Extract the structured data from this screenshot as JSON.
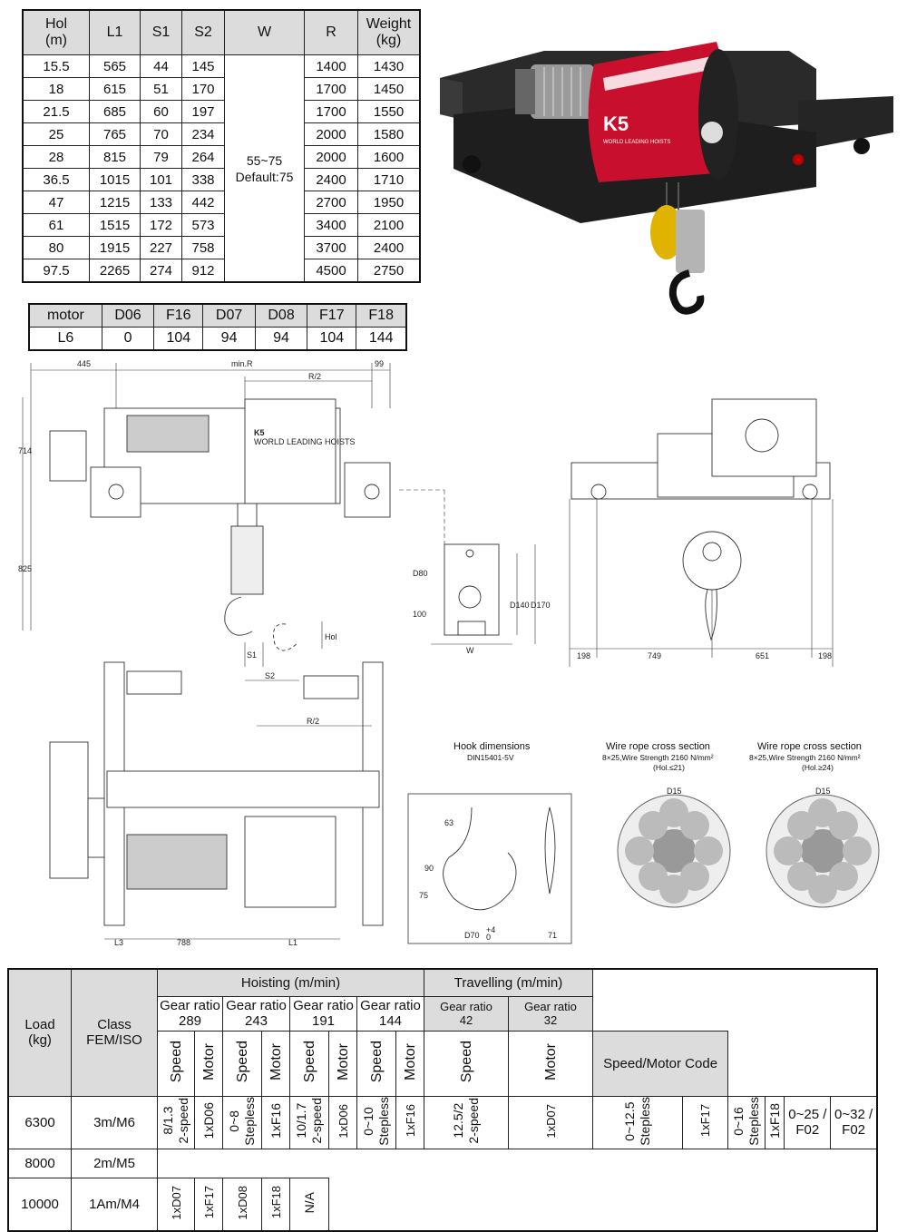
{
  "dimension_table": {
    "headers": [
      "Hol\n(m)",
      "L1",
      "S1",
      "S2",
      "W",
      "R",
      "Weight\n(kg)"
    ],
    "rows": [
      [
        "15.5",
        "565",
        "44",
        "145",
        "1400",
        "1430"
      ],
      [
        "18",
        "615",
        "51",
        "170",
        "1700",
        "1450"
      ],
      [
        "21.5",
        "685",
        "60",
        "197",
        "1700",
        "1550"
      ],
      [
        "25",
        "765",
        "70",
        "234",
        "2000",
        "1580"
      ],
      [
        "28",
        "815",
        "79",
        "264",
        "2000",
        "1600"
      ],
      [
        "36.5",
        "1015",
        "101",
        "338",
        "2400",
        "1710"
      ],
      [
        "47",
        "1215",
        "133",
        "442",
        "2700",
        "1950"
      ],
      [
        "61",
        "1515",
        "172",
        "573",
        "3400",
        "2100"
      ],
      [
        "80",
        "1915",
        "227",
        "758",
        "3700",
        "2400"
      ],
      [
        "97.5",
        "2265",
        "274",
        "912",
        "4500",
        "2750"
      ]
    ],
    "w_value": "55~75\nDefault:75"
  },
  "motor_table": {
    "row1": [
      "motor",
      "D06",
      "F16",
      "D07",
      "D08",
      "F17",
      "F18"
    ],
    "row2": [
      "L6",
      "0",
      "104",
      "94",
      "94",
      "104",
      "144"
    ]
  },
  "photo": {
    "brand": "K5",
    "tagline": "WORLD LEADING HOISTS",
    "accent": "#c8102e"
  },
  "drawing": {
    "brand": "K5",
    "tagline": "WORLD LEADING HOISTS",
    "front": {
      "d445": "445",
      "minR": "min.R",
      "d99": "99",
      "half_r": "R/2",
      "d714": "714",
      "d825": "825",
      "s1": "S1",
      "s2": "S2",
      "hol": "Hol"
    },
    "section": {
      "d80": "D80",
      "d100": "100",
      "d140": "D140",
      "d170": "D170",
      "w": "W"
    },
    "side": {
      "d198a": "198",
      "d749": "749",
      "d651": "651",
      "d198b": "198"
    },
    "plan": {
      "half_r": "R/2",
      "l3": "L3",
      "d788": "788",
      "l1": "L1"
    },
    "hook": {
      "title": "Hook dimensions",
      "sub": "DIN15401-5V",
      "d63": "63",
      "d90": "90",
      "d75": "75",
      "d70": "D70",
      "d71": "71",
      "tol": "+4",
      "tol0": "0"
    },
    "rope1": {
      "title": "Wire rope cross section",
      "sub": "8×25,Wire Strength 2160 N/mm²",
      "range": "(Hol.≤21)",
      "dia": "D15"
    },
    "rope2": {
      "title": "Wire rope cross section",
      "sub": "8×25,Wire Strength 2160 N/mm²",
      "range": "(Hol.≥24)",
      "dia": "D15"
    }
  },
  "perf_table": {
    "load": "Load\n(kg)",
    "class": "Class\nFEM/ISO",
    "hoisting": "Hoisting (m/min)",
    "travelling": "Travelling (m/min)",
    "gear289": "Gear ratio 289",
    "gear243": "Gear ratio 243",
    "gear191": "Gear ratio 191",
    "gear144": "Gear ratio 144",
    "gear42": "Gear ratio\n42",
    "gear32": "Gear ratio\n32",
    "speed": "Speed",
    "motor": "Motor",
    "speed_motor_code": "Speed/Motor Code",
    "rows": [
      {
        "load": "6300",
        "class": "3m/M6"
      },
      {
        "load": "8000",
        "class": "2m/M5"
      },
      {
        "load": "10000",
        "class": "1Am/M4"
      }
    ],
    "g289_speed1": "8/1.3\n2-speed",
    "g289_motor1": "1xD06",
    "g289_speed2": "0~8\nStepless",
    "g289_motor2": "1xF16",
    "g243_speed1": "10/1.7\n2-speed",
    "g243_motor1a": "1xD06",
    "g243_motor1b": "1xD07",
    "g243_speed2": "0~10\nStepless",
    "g243_motor2a": "1xF16",
    "g243_motor2b": "1xF17",
    "g191_speed1": "12.5/2\n2-speed",
    "g191_motor1a": "1xD07",
    "g191_motor1b": "1xD08",
    "g191_speed2": "0~12.5\nStepless",
    "g191_motor2a": "1xF17",
    "g191_motor2b": "1xF18",
    "g144_speed": "0~16\nStepless",
    "g144_motor_a": "1xF18",
    "g144_motor_b": "N/A",
    "travel42": "0~25 /\nF02",
    "travel32": "0~32 /\nF02"
  }
}
